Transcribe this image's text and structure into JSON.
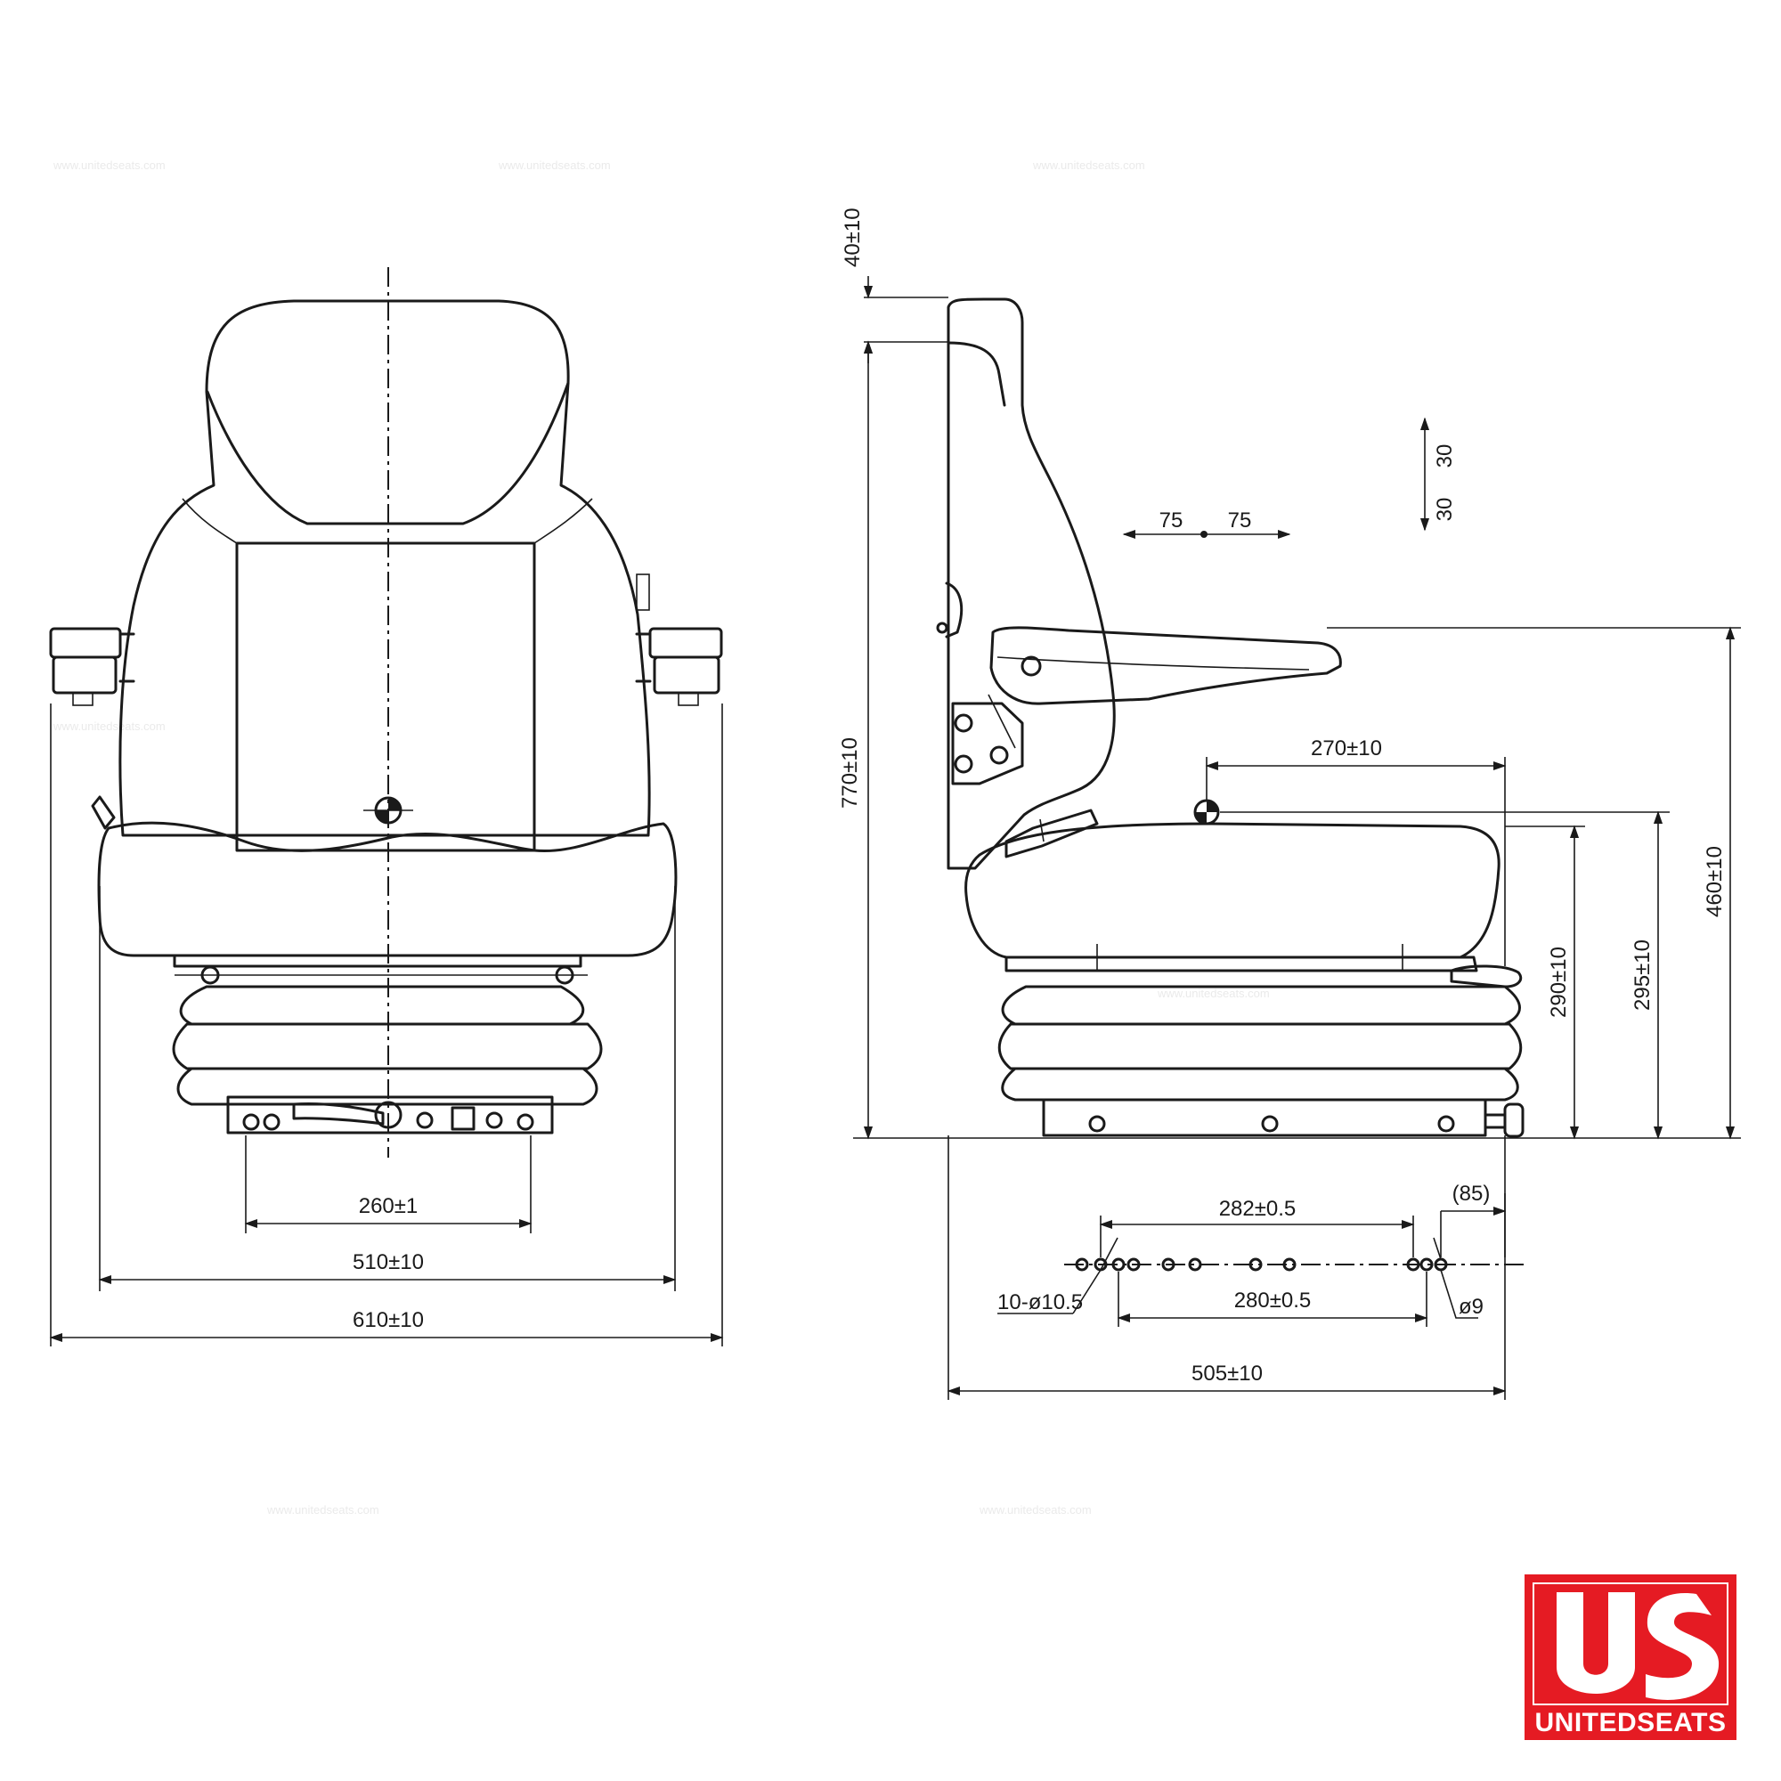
{
  "front_view": {
    "dimensions": {
      "base_mount": "260±1",
      "seat_width": "510±10",
      "overall_width": "610±10"
    }
  },
  "side_view": {
    "dimensions": {
      "backrest_adjust": "40±10",
      "overall_height": "770±10",
      "armrest_height": "460±10",
      "seat_depth": "270±10",
      "seat_height_min": "290±10",
      "seat_height_ref": "295±10",
      "overall_depth": "505±10",
      "fore_aft_left": "75",
      "fore_aft_right": "75",
      "vertical_up": "30",
      "vertical_down": "30"
    }
  },
  "mounting_pattern": {
    "outer_spacing": "282±0.5",
    "inner_spacing": "280±0.5",
    "offset": "(85)",
    "holes": "10-ø10.5",
    "pin": "ø9"
  },
  "logo": {
    "brand": "UNITEDSEATS",
    "color": "#e51b23"
  },
  "watermark": {
    "text": "www.unitedseats.com"
  }
}
